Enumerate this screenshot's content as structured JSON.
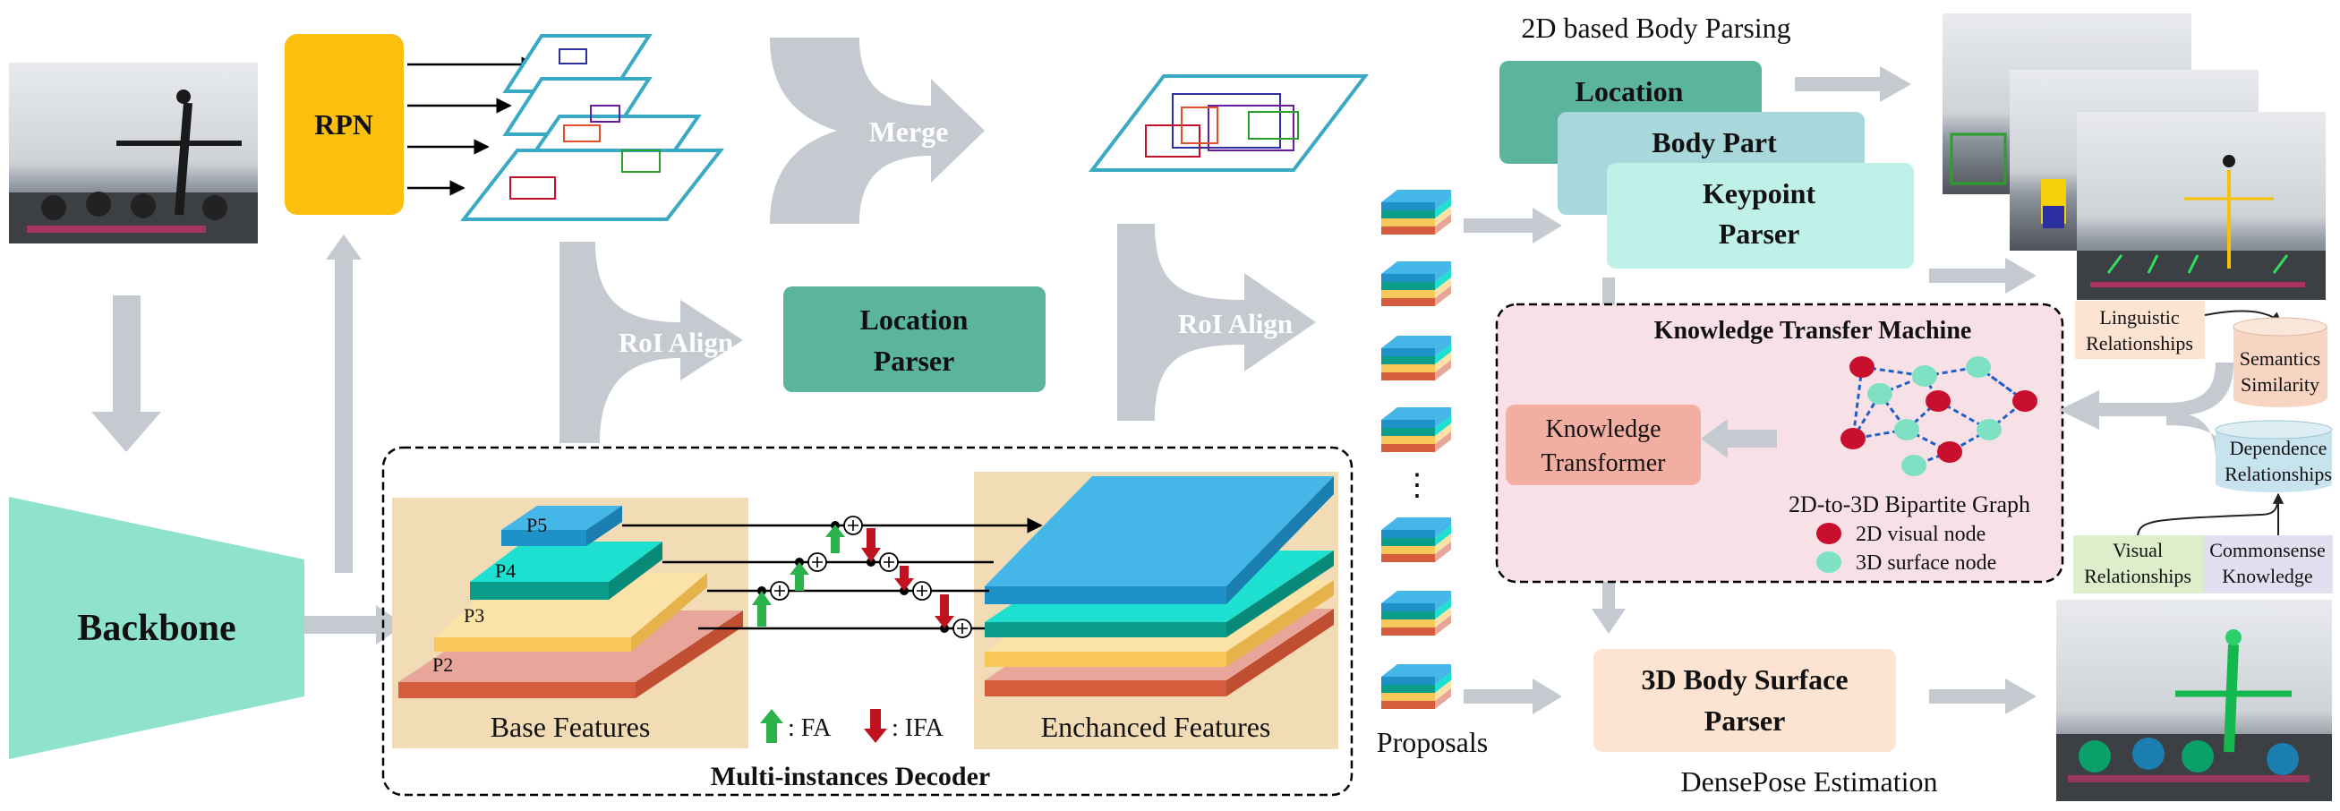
{
  "backbone": {
    "label": "Backbone"
  },
  "rpn": {
    "label": "RPN"
  },
  "merge": {
    "label": "Merge"
  },
  "roi_align": {
    "left": "RoI Align",
    "right": "RoI Align"
  },
  "location_parser": {
    "line1": "Location",
    "line2": "Parser"
  },
  "decoder": {
    "title": "Multi-instances Decoder",
    "base_label": "Base Features",
    "enhanced_label": "Enchanced Features",
    "levels": [
      "P5",
      "P4",
      "P3",
      "P2"
    ],
    "legend_fa": ": FA",
    "legend_ifa": ": IFA"
  },
  "proposals": {
    "label": "Proposals",
    "ellipsis": "⋮"
  },
  "parsing": {
    "title": "2D based Body Parsing",
    "location": "Location",
    "body_part": "Body Part",
    "keypoint_line1": "Keypoint",
    "keypoint_line2": "Parser"
  },
  "ktm": {
    "title": "Knowledge Transfer Machine",
    "transformer_line1": "Knowledge",
    "transformer_line2": "Transformer",
    "graph_label": "2D-to-3D Bipartite Graph",
    "legend_2d": "2D visual node",
    "legend_3d": "3D surface node"
  },
  "knowledge": {
    "linguistic_line1": "Linguistic",
    "linguistic_line2": "Relationships",
    "semantics_line1": "Semantics",
    "semantics_line2": "Similarity",
    "dependence_line1": "Dependence",
    "dependence_line2": "Relationships",
    "visual_line1": "Visual",
    "visual_line2": "Relationships",
    "commonsense_line1": "Commonsense",
    "commonsense_line2": "Knowledge"
  },
  "surface_parser": {
    "line1": "3D Body Surface",
    "line2": "Parser"
  },
  "densepose": {
    "label": "DensePose Estimation"
  },
  "colors": {
    "gray_arrow": "#c5cad0",
    "teal_backbone": "#8fe3cc",
    "rpn_yellow": "#fbbf0e",
    "location_green": "#5bb59d",
    "body_part_blue": "#a9d8dc",
    "keypoint_mint": "#bff1e8",
    "ktm_pink": "#f8e1e6",
    "transformer_salmon": "#f3aea2",
    "surface_peach": "#fde3d1",
    "node_red": "#c8102e",
    "node_teal": "#7fe1c3",
    "fa_green": "#2cb24a",
    "ifa_red": "#c1121f"
  }
}
